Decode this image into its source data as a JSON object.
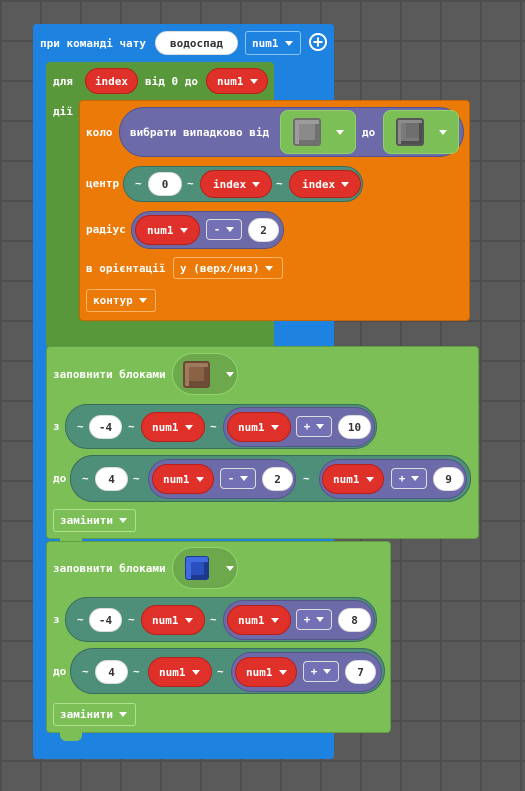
{
  "event": {
    "label": "при команді чату",
    "command": "водоспад",
    "param": "num1"
  },
  "loop": {
    "for_label": "для",
    "var": "index",
    "from_label": "від 0 до",
    "to_var": "num1",
    "do_label": "дії"
  },
  "circle": {
    "title": "коло",
    "random_label": "вибрати випадково від",
    "to_label": "до",
    "center_label": "центр",
    "center_x": "0",
    "center_y": "index",
    "center_z": "index",
    "radius_label": "радіус",
    "radius_var": "num1",
    "radius_op": "-",
    "radius_num": "2",
    "orientation_label": "в орієнтації",
    "orientation_value": "y (верх/низ)",
    "mode_value": "контур"
  },
  "fill1": {
    "label": "заповнити блоками",
    "from_label": "з",
    "from_x": "-4",
    "from_y": "num1",
    "from_z_var": "num1",
    "from_z_op": "+",
    "from_z_num": "10",
    "to_label": "до",
    "to_x": "4",
    "to_y_var": "num1",
    "to_y_op": "-",
    "to_y_num": "2",
    "to_z_var": "num1",
    "to_z_op": "+",
    "to_z_num": "9",
    "mode": "замінити"
  },
  "fill2": {
    "label": "заповнити блоками",
    "from_label": "з",
    "from_x": "-4",
    "from_y": "num1",
    "from_z_var": "num1",
    "from_z_op": "+",
    "from_z_num": "8",
    "to_label": "до",
    "to_x": "4",
    "to_y": "num1",
    "to_z_var": "num1",
    "to_z_op": "+",
    "to_z_num": "7",
    "mode": "замінити"
  },
  "colors": {
    "event": "#1e83e0",
    "loop": "#58983a",
    "shape": "#ec7a08",
    "fill": "#7cbf57",
    "variable": "#e0302a",
    "math": "#6c6aa8",
    "position": "#4e8f7a"
  }
}
